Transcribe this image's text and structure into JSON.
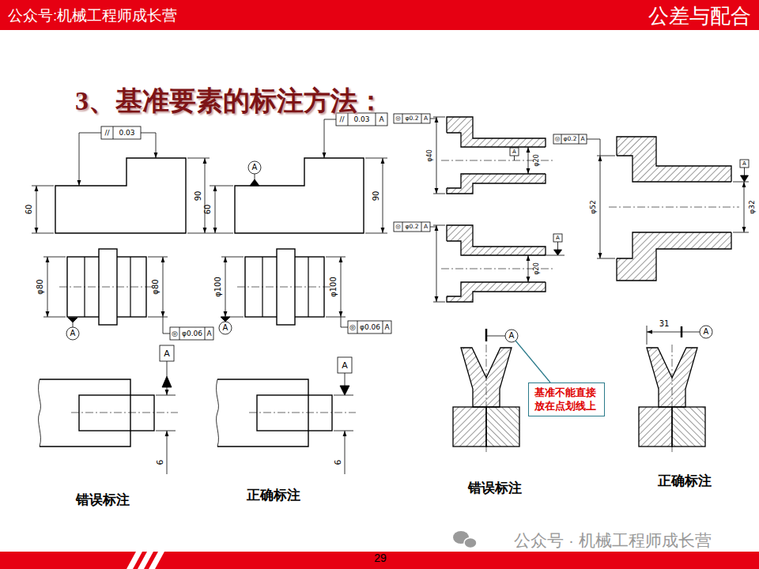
{
  "diagram": {
    "title": "3、基准要素的标注方法：",
    "nodes": [
      {
        "text": [
          "基准不能直接放在点划线上"
        ]
      }
    ],
    "labels": [
      "公众号:机械工程师成长营",
      "公差与配合",
      "//",
      "0.03",
      "60",
      "90",
      "A",
      "//",
      "0.03",
      "A",
      "60",
      "90",
      "φ80",
      "φ80",
      "A",
      "◎",
      "φ0.06",
      "A",
      "φ100",
      "φ100",
      "A",
      "◎",
      "φ0.06",
      "A",
      "A",
      "6",
      "A",
      "6",
      "错误标注",
      "正确标注",
      "◎",
      "φ0.2",
      "A",
      "φ40",
      "φ20",
      "A",
      "◎",
      "φ0.2",
      "A",
      "φ20",
      "A",
      "◎",
      "φ0.2",
      "A",
      "φ52",
      "φ32",
      "A",
      "A",
      "A",
      "31",
      "错误标注",
      "正确标注",
      "公众号 · 机械工程师成长营",
      "29"
    ]
  }
}
